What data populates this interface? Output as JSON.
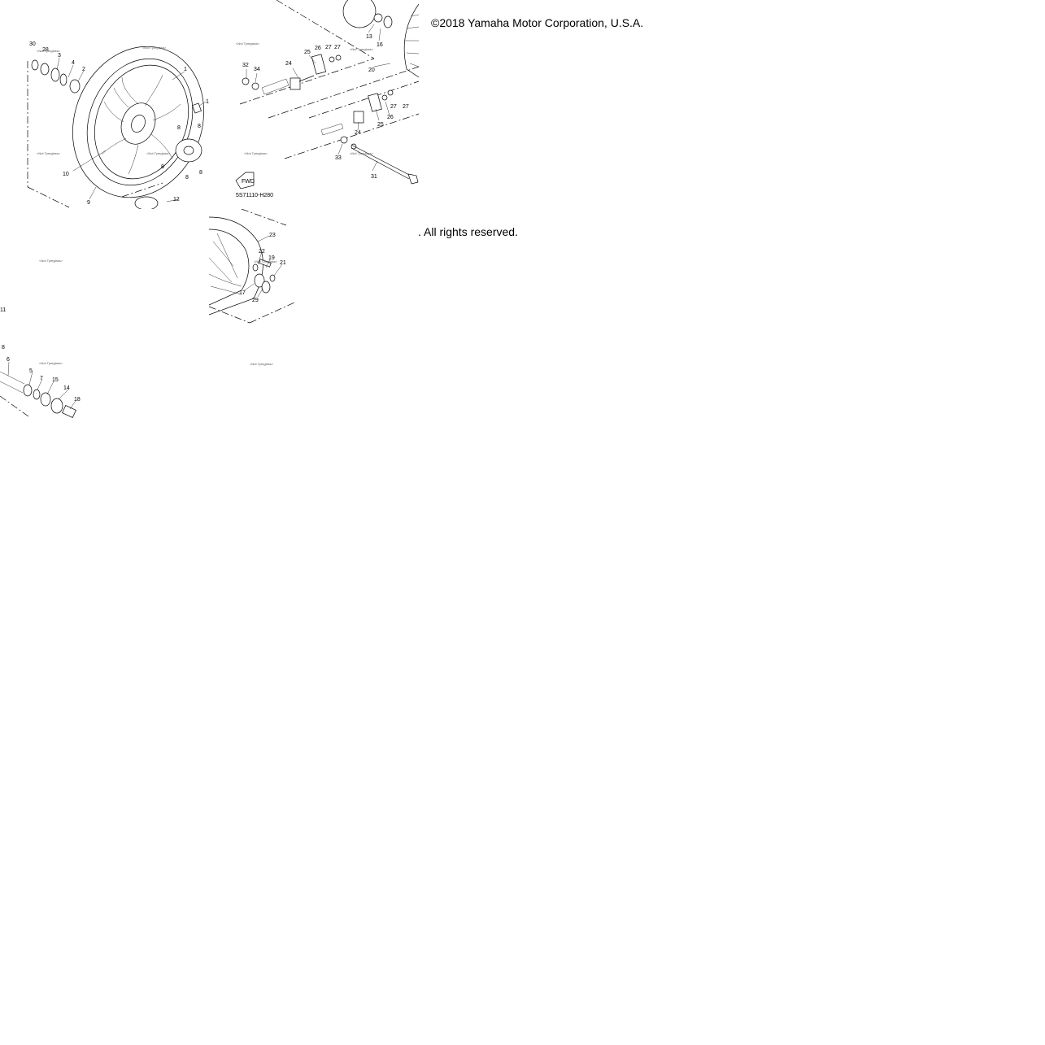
{
  "copyright": "©2018 Yamaha Motor Corporation, U.S.A.",
  "rights": ". All rights reserved.",
  "diagram": {
    "code": "5S71110-H280",
    "fwd_label": "FWD",
    "fine_print": "<Not Tyreglass>",
    "part_numbers": [
      "1",
      "2",
      "3",
      "4",
      "5",
      "6",
      "7",
      "8",
      "9",
      "10",
      "11",
      "12",
      "13",
      "14",
      "15",
      "16",
      "17",
      "18",
      "19",
      "20",
      "21",
      "22",
      "23",
      "24",
      "25",
      "26",
      "27",
      "28",
      "29",
      "30",
      "31",
      "32",
      "33",
      "34"
    ]
  }
}
